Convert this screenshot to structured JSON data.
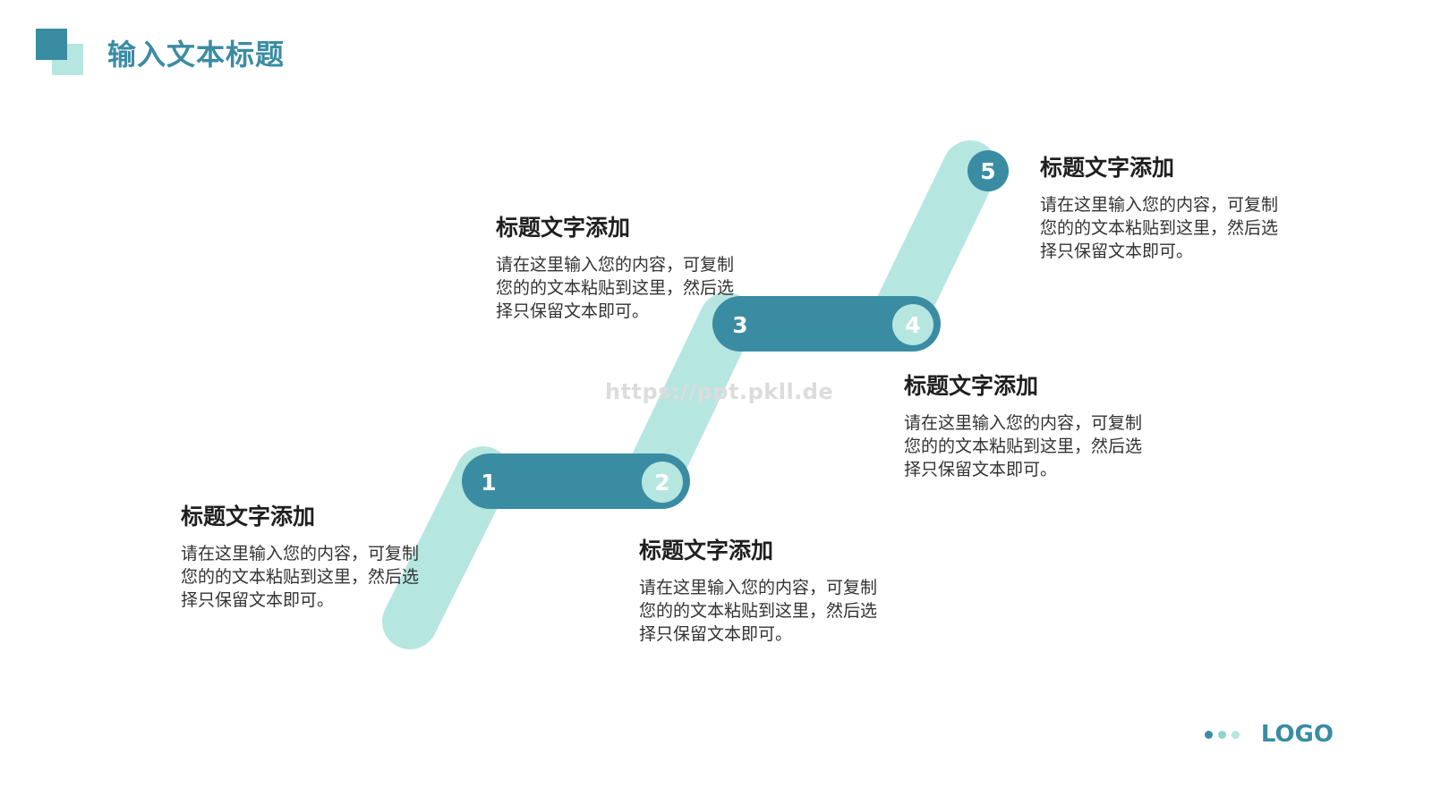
{
  "page": {
    "title": "输入文本标题",
    "watermark": "https://ppt.pkll.de",
    "logo": "LOGO"
  },
  "colors": {
    "primary": "#3a8ca3",
    "light": "#b6e6e0",
    "accent": "#8fd3cb"
  },
  "steps": [
    {
      "number": "1",
      "title": "标题文字添加",
      "desc": "请在这里输入您的内容，可复制您的的文本粘贴到这里，然后选择只保留文本即可。"
    },
    {
      "number": "2",
      "title": "标题文字添加",
      "desc": "请在这里输入您的内容，可复制您的的文本粘贴到这里，然后选择只保留文本即可。"
    },
    {
      "number": "3",
      "title": "标题文字添加",
      "desc": "请在这里输入您的内容，可复制您的的文本粘贴到这里，然后选择只保留文本即可。"
    },
    {
      "number": "4",
      "title": "标题文字添加",
      "desc": "请在这里输入您的内容，可复制您的的文本粘贴到这里，然后选择只保留文本即可。"
    },
    {
      "number": "5",
      "title": "标题文字添加",
      "desc": "请在这里输入您的内容，可复制您的的文本粘贴到这里，然后选择只保留文本即可。"
    }
  ]
}
